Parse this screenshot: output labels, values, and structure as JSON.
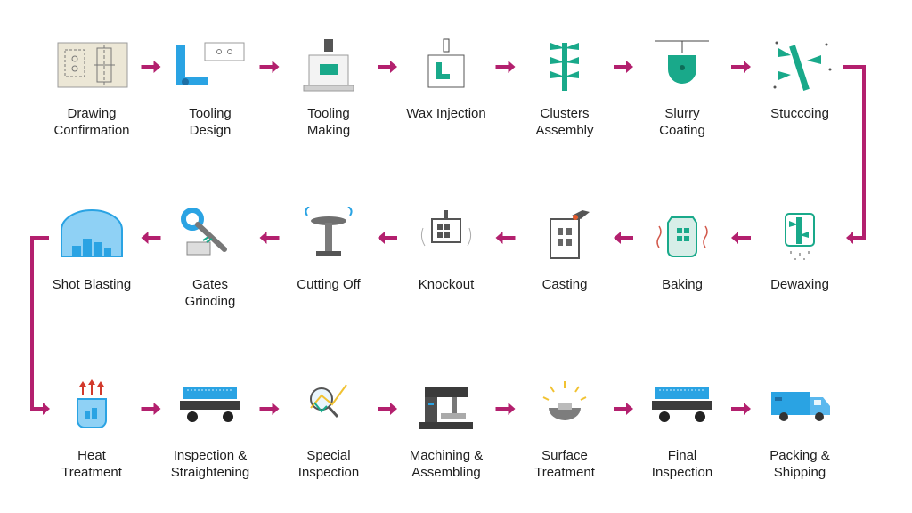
{
  "colors": {
    "arrow": "#b3206e",
    "teal": "#19a98a",
    "blue": "#2aa3e3",
    "gray": "#8e8e8e",
    "dark": "#4a4a4a"
  },
  "rows": [
    [
      {
        "label": "Drawing\nConfirmation",
        "icon": "blueprint-icon"
      },
      {
        "label": "Tooling\nDesign",
        "icon": "tooling-design-icon"
      },
      {
        "label": "Tooling\nMaking",
        "icon": "press-icon"
      },
      {
        "label": "Wax Injection",
        "icon": "wax-injection-icon"
      },
      {
        "label": "Clusters\nAssembly",
        "icon": "cluster-tree-icon"
      },
      {
        "label": "Slurry\nCoating",
        "icon": "slurry-bowl-icon"
      },
      {
        "label": "Stuccoing",
        "icon": "stucco-tree-icon"
      }
    ],
    [
      {
        "label": "Dewaxing",
        "icon": "dewaxing-icon"
      },
      {
        "label": "Baking",
        "icon": "baking-icon"
      },
      {
        "label": "Casting",
        "icon": "casting-icon"
      },
      {
        "label": "Knockout",
        "icon": "knockout-icon"
      },
      {
        "label": "Cutting Off",
        "icon": "cutting-table-icon"
      },
      {
        "label": "Gates\nGrinding",
        "icon": "grinder-icon"
      },
      {
        "label": "Shot Blasting",
        "icon": "shot-blasting-icon"
      }
    ],
    [
      {
        "label": "Heat\nTreatment",
        "icon": "heat-treatment-icon"
      },
      {
        "label": "Inspection &\nStraightening",
        "icon": "inspection-cart-icon"
      },
      {
        "label": "Special\nInspection",
        "icon": "magnifier-chart-icon"
      },
      {
        "label": "Machining &\nAssembling",
        "icon": "machine-tool-icon"
      },
      {
        "label": "Surface\nTreatment",
        "icon": "surface-bowl-icon"
      },
      {
        "label": "Final\nInspection",
        "icon": "final-cart-icon"
      },
      {
        "label": "Packing &\nShipping",
        "icon": "truck-icon"
      }
    ]
  ]
}
